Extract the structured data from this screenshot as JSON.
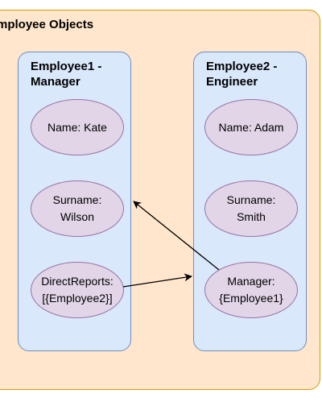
{
  "diagram": {
    "container": {
      "title": "mployee Objects"
    },
    "columns": [
      {
        "title_line1": "Employee1 -",
        "title_line2": "Manager",
        "nodes": [
          "Name: Kate",
          "Surname:\nWilson",
          "DirectReports:\n[{Employee2}]"
        ]
      },
      {
        "title_line1": "Employee2 -",
        "title_line2": "Engineer",
        "nodes": [
          "Name: Adam",
          "Surname:\nSmith",
          "Manager:\n{Employee1}"
        ]
      }
    ],
    "colors": {
      "container_fill": "#ffe6cc",
      "container_stroke": "#d79b00",
      "column_fill": "#dae8fc",
      "column_stroke": "#6c8ebf",
      "node_fill": "#e1d5e7",
      "node_stroke": "#9673a6"
    },
    "edges": [
      {
        "from": "DirectReports:\n[{Employee2}]",
        "to": "Manager:\n{Employee1}"
      },
      {
        "from": "Manager:\n{Employee1}",
        "to": "Surname:\nWilson"
      }
    ]
  }
}
